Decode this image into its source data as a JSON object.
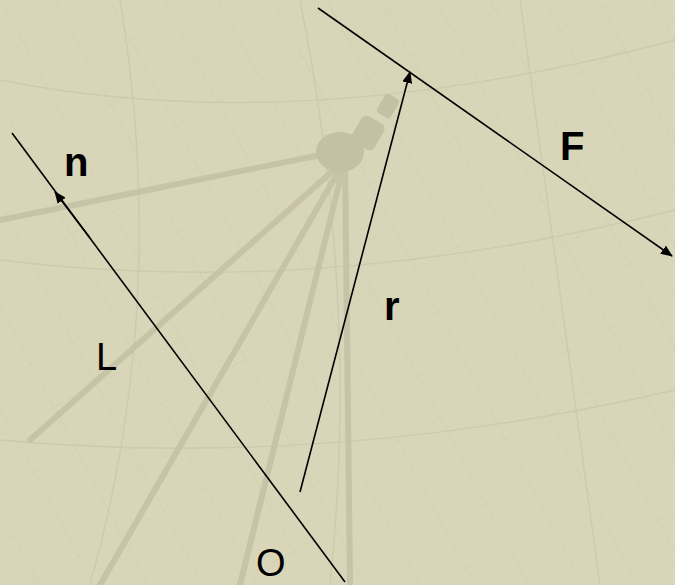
{
  "diagram": {
    "labels": [
      "n",
      "F",
      "L",
      "r",
      "O"
    ]
  }
}
